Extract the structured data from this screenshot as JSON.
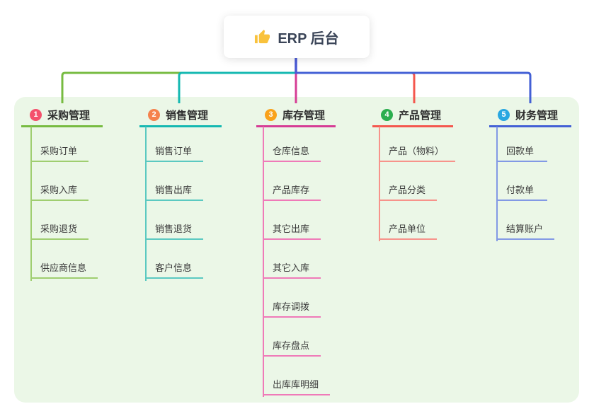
{
  "root": {
    "label": "ERP 后台",
    "icon": "thumbs-up-icon",
    "icon_color": "#f9c23c"
  },
  "colors": {
    "canvas_panel_bg": "#ebf7e7",
    "root_connector": "#4a5ad5",
    "branch_main": [
      "#77bb41",
      "#14b8b1",
      "#d63c95",
      "#f4574e",
      "#4360d5"
    ],
    "branch_light": [
      "#9fce70",
      "#5bc9c1",
      "#ef7ab8",
      "#f7938b",
      "#8299e5"
    ],
    "badge_colors": [
      "#f4516c",
      "#f5824c",
      "#f9a21b",
      "#2bae4f",
      "#29a7e1"
    ]
  },
  "branches": [
    {
      "number": "1",
      "title": "采购管理",
      "badge_color": "#f4516c",
      "line_color": "#77bb41",
      "child_line_color": "#9fce70",
      "children": [
        "采购订单",
        "采购入库",
        "采购退货",
        "供应商信息"
      ]
    },
    {
      "number": "2",
      "title": "销售管理",
      "badge_color": "#f5824c",
      "line_color": "#14b8b1",
      "child_line_color": "#5bc9c1",
      "children": [
        "销售订单",
        "销售出库",
        "销售退货",
        "客户信息"
      ]
    },
    {
      "number": "3",
      "title": "库存管理",
      "badge_color": "#f9a21b",
      "line_color": "#d63c95",
      "child_line_color": "#ef7ab8",
      "children": [
        "仓库信息",
        "产品库存",
        "其它出库",
        "其它入库",
        "库存调拨",
        "库存盘点",
        "出库库明细"
      ]
    },
    {
      "number": "4",
      "title": "产品管理",
      "badge_color": "#2bae4f",
      "line_color": "#f4574e",
      "child_line_color": "#f7938b",
      "children": [
        "产品（物料）",
        "产品分类",
        "产品单位"
      ]
    },
    {
      "number": "5",
      "title": "财务管理",
      "badge_color": "#29a7e1",
      "line_color": "#4360d5",
      "child_line_color": "#8299e5",
      "children": [
        "回款单",
        "付款单",
        "结算账户"
      ]
    }
  ]
}
